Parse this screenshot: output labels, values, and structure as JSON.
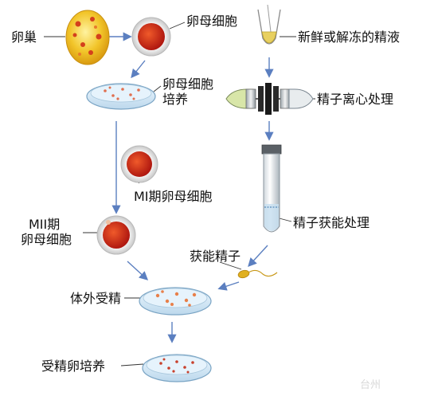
{
  "labels": {
    "ovary": "卵巢",
    "oocyte": "卵母细胞",
    "sperm_source": "新鲜或解冻的精液",
    "oocyte_culture_line1": "卵母细胞",
    "oocyte_culture_line2": "培养",
    "sperm_centrifuge": "精子离心处理",
    "mi_oocyte": "MI期卵母细胞",
    "mii_oocyte_line1": "MII期",
    "mii_oocyte_line2": "卵母细胞",
    "sperm_capacitation": "精子获能处理",
    "capacitated_sperm": "获能精子",
    "in_vitro_fertilization": "体外受精",
    "fertilized_egg_culture": "受精卵培养"
  },
  "watermark": "台州",
  "colors": {
    "arrow": "#5b7fc0",
    "ovary": "#f0c020",
    "egg": "#d8281c",
    "dish": "#dff0ff"
  }
}
